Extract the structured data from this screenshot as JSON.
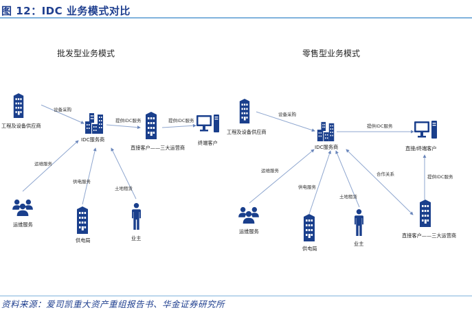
{
  "figure": {
    "title": "图 12：IDC 业务模式对比",
    "source": "资料来源：爱司凯重大资产重组报告书、华金证券研究所"
  },
  "colors": {
    "title": "#1f3f8f",
    "rule": "#7fb2dc",
    "icon": "#1a3f8c",
    "edge": "#8ea6cf"
  },
  "panels": [
    {
      "title": "批发型业务模式",
      "nodes": [
        {
          "id": "supplier",
          "label": "工程及设备供应商",
          "icon": "building-icon"
        },
        {
          "id": "idc",
          "label": "IDC服务商",
          "icon": "office-complex-icon"
        },
        {
          "id": "direct",
          "label": "直接客户——三大运营商",
          "icon": "building-icon"
        },
        {
          "id": "end",
          "label": "终端客户",
          "icon": "computer-icon"
        },
        {
          "id": "ops",
          "label": "运维服务",
          "icon": "people-group-icon"
        },
        {
          "id": "power",
          "label": "供电局",
          "icon": "building-icon"
        },
        {
          "id": "owner",
          "label": "业主",
          "icon": "person-icon"
        }
      ],
      "edges": [
        {
          "from": "supplier",
          "to": "idc",
          "label": "设备采购"
        },
        {
          "from": "idc",
          "to": "direct",
          "label": "提供IDC服务"
        },
        {
          "from": "direct",
          "to": "end",
          "label": "提供IDC服务"
        },
        {
          "from": "ops",
          "to": "idc",
          "label": "运维服务"
        },
        {
          "from": "power",
          "to": "idc",
          "label": "供电服务"
        },
        {
          "from": "owner",
          "to": "idc",
          "label": "土地租赁"
        }
      ]
    },
    {
      "title": "零售型业务模式",
      "nodes": [
        {
          "id": "supplier",
          "label": "工程及设备供应商",
          "icon": "building-icon"
        },
        {
          "id": "idc",
          "label": "IDC服务商",
          "icon": "office-complex-icon"
        },
        {
          "id": "client",
          "label": "直接/终端客户",
          "icon": "computer-icon"
        },
        {
          "id": "ops",
          "label": "运维服务",
          "icon": "people-group-icon"
        },
        {
          "id": "power",
          "label": "供电局",
          "icon": "building-icon"
        },
        {
          "id": "owner",
          "label": "业主",
          "icon": "person-icon"
        },
        {
          "id": "direct",
          "label": "直接客户——三大运营商",
          "icon": "building-icon"
        }
      ],
      "edges": [
        {
          "from": "supplier",
          "to": "idc",
          "label": "设备采购"
        },
        {
          "from": "idc",
          "to": "client",
          "label": "提供IDC服务"
        },
        {
          "from": "ops",
          "to": "idc",
          "label": "运维服务"
        },
        {
          "from": "power",
          "to": "idc",
          "label": "供电服务"
        },
        {
          "from": "owner",
          "to": "idc",
          "label": "土地租赁"
        },
        {
          "from": "direct",
          "to": "idc",
          "label": "合作关系",
          "bidirectional": true
        },
        {
          "from": "direct",
          "to": "client",
          "label": "提供IDC服务"
        }
      ]
    }
  ]
}
